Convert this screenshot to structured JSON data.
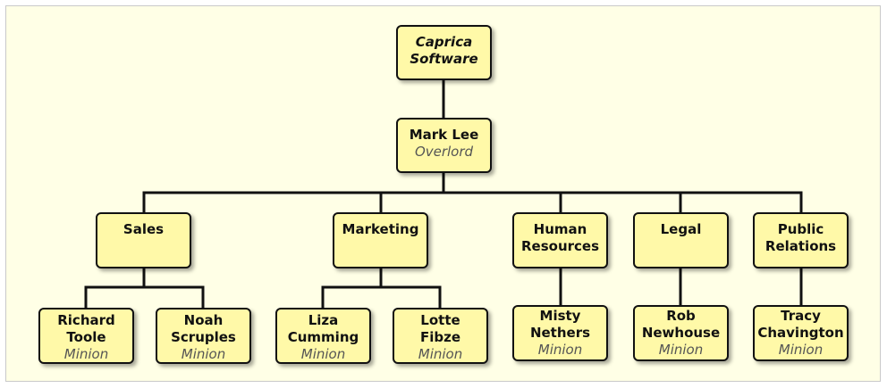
{
  "org": {
    "root": {
      "name_line1": "Caprica",
      "name_line2": "Software"
    },
    "head": {
      "name": "Mark Lee",
      "title": "Overlord"
    },
    "departments": [
      {
        "line1": "Sales"
      },
      {
        "line1": "Marketing"
      },
      {
        "line1": "Human",
        "line2": "Resources"
      },
      {
        "line1": "Legal"
      },
      {
        "line1": "Public",
        "line2": "Relations"
      }
    ],
    "staff": [
      {
        "line1": "Richard",
        "line2": "Toole",
        "title": "Minion"
      },
      {
        "line1": "Noah",
        "line2": "Scruples",
        "title": "Minion"
      },
      {
        "line1": "Liza",
        "line2": "Cumming",
        "title": "Minion"
      },
      {
        "line1": "Lotte",
        "line2": "Fibze",
        "title": "Minion"
      },
      {
        "line1": "Misty",
        "line2": "Nethers",
        "title": "Minion"
      },
      {
        "line1": "Rob",
        "line2": "Newhouse",
        "title": "Minion"
      },
      {
        "line1": "Tracy",
        "line2": "Chavington",
        "title": "Minion"
      }
    ]
  },
  "colors": {
    "background": "#ffffe6",
    "node_fill": "#fff9a8",
    "node_border": "#111111",
    "connector": "#111111",
    "subtitle": "#555555"
  }
}
